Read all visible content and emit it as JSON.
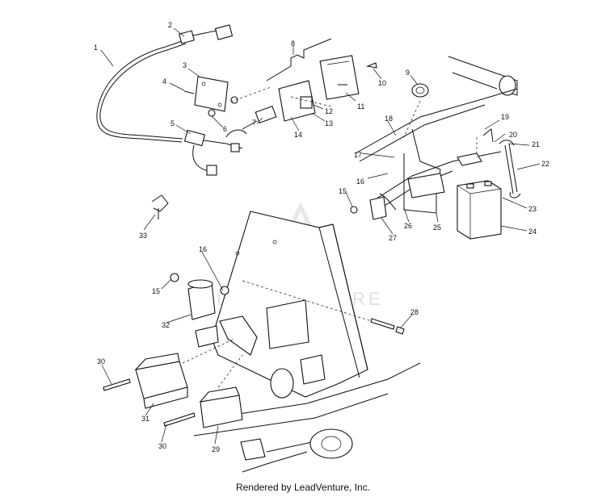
{
  "credit": "Rendered by LeadVenture, Inc.",
  "watermark": "LEADVENTURE",
  "callouts": [
    {
      "id": "1",
      "text": "1"
    },
    {
      "id": "2",
      "text": "2"
    },
    {
      "id": "3",
      "text": "3"
    },
    {
      "id": "4",
      "text": "4"
    },
    {
      "id": "5",
      "text": "5"
    },
    {
      "id": "6",
      "text": "6"
    },
    {
      "id": "7",
      "text": "7"
    },
    {
      "id": "8",
      "text": "8"
    },
    {
      "id": "9",
      "text": "9"
    },
    {
      "id": "10",
      "text": "10"
    },
    {
      "id": "11",
      "text": "11"
    },
    {
      "id": "12",
      "text": "12"
    },
    {
      "id": "13",
      "text": "13"
    },
    {
      "id": "14",
      "text": "14"
    },
    {
      "id": "15a",
      "text": "15"
    },
    {
      "id": "15b",
      "text": "15"
    },
    {
      "id": "16a",
      "text": "16"
    },
    {
      "id": "16b",
      "text": "16"
    },
    {
      "id": "17",
      "text": "17"
    },
    {
      "id": "18",
      "text": "18"
    },
    {
      "id": "19",
      "text": "19"
    },
    {
      "id": "20",
      "text": "20"
    },
    {
      "id": "21",
      "text": "21"
    },
    {
      "id": "22",
      "text": "22"
    },
    {
      "id": "23",
      "text": "23"
    },
    {
      "id": "24",
      "text": "24"
    },
    {
      "id": "25",
      "text": "25"
    },
    {
      "id": "26",
      "text": "26"
    },
    {
      "id": "27",
      "text": "27"
    },
    {
      "id": "28",
      "text": "28"
    },
    {
      "id": "29",
      "text": "29"
    },
    {
      "id": "30a",
      "text": "30"
    },
    {
      "id": "30b",
      "text": "30"
    },
    {
      "id": "31",
      "text": "31"
    },
    {
      "id": "32",
      "text": "32"
    },
    {
      "id": "33",
      "text": "33"
    }
  ]
}
